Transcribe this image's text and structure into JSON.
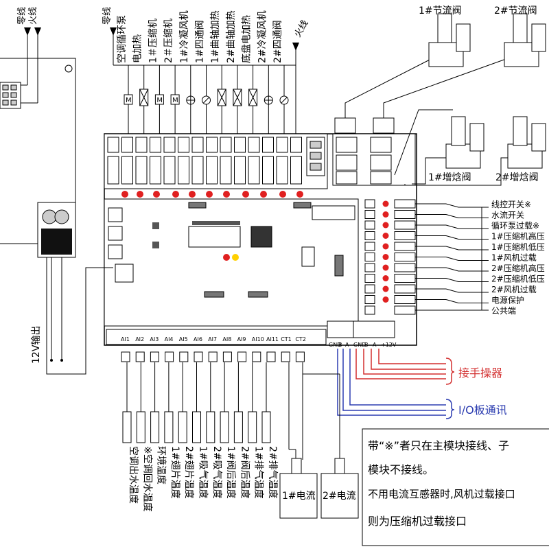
{
  "power": {
    "neutral": "零线",
    "live": "火线"
  },
  "top_loads": [
    "空调循环泵",
    "电加热",
    "1＃压缩机",
    "2＃压缩机",
    "1#冷凝风机",
    "1#四通阀",
    "1#曲轴加热",
    "2#曲轴加热",
    "底盘电加热",
    "2#冷凝风机",
    "2#四通阀"
  ],
  "top_load_live": "火线",
  "load_symbols": [
    "M",
    "X",
    "M",
    "M",
    "fan",
    "valve",
    "X",
    "X",
    "X",
    "fan",
    "valve"
  ],
  "valves": {
    "tv1": "1#节流阀",
    "tv2": "2#节流阀",
    "ev1": "1#增焓阀",
    "ev2": "2#增焓阀"
  },
  "left_output": "12V输出",
  "inputs": [
    "线控开关※",
    "水流开关",
    "循环泵过载※",
    "1#压缩机高压",
    "1#压缩机低压",
    "1#风机过载",
    "2#压缩机高压",
    "2#压缩机低压",
    "2#风机过载",
    "电源保护",
    "公共端"
  ],
  "ai_labels": [
    "AI1",
    "AI2",
    "AI3",
    "AI4",
    "AI5",
    "AI6",
    "AI7",
    "AI8",
    "AI9",
    "AI10",
    "AI11",
    "CT1",
    "CT2"
  ],
  "sensors": [
    "空调出水温度",
    "※空调回水温度",
    "环境温度",
    "1#翅片温度",
    "2#翅片温度",
    "1#吸气温度",
    "2#吸气温度",
    "1#阀后温度",
    "2#阀后温度",
    "1#排气温度",
    "2#排气温度"
  ],
  "current": [
    "1#电流",
    "2#电流"
  ],
  "controller": "接手操器",
  "io_board": "I/O板通讯",
  "comm_pins": [
    "GND",
    "B",
    "A",
    "GND",
    "B",
    "A",
    "+12V"
  ],
  "notes": [
    "带“※”者只在主模块接线、子",
    "模块不接线。",
    "不用电流互感器时,风机过载接口",
    "则为压缩机过载接口"
  ],
  "colors": {
    "controller": "#d32f2f",
    "io_board": "#2b3cb0",
    "led": "#e02020"
  }
}
